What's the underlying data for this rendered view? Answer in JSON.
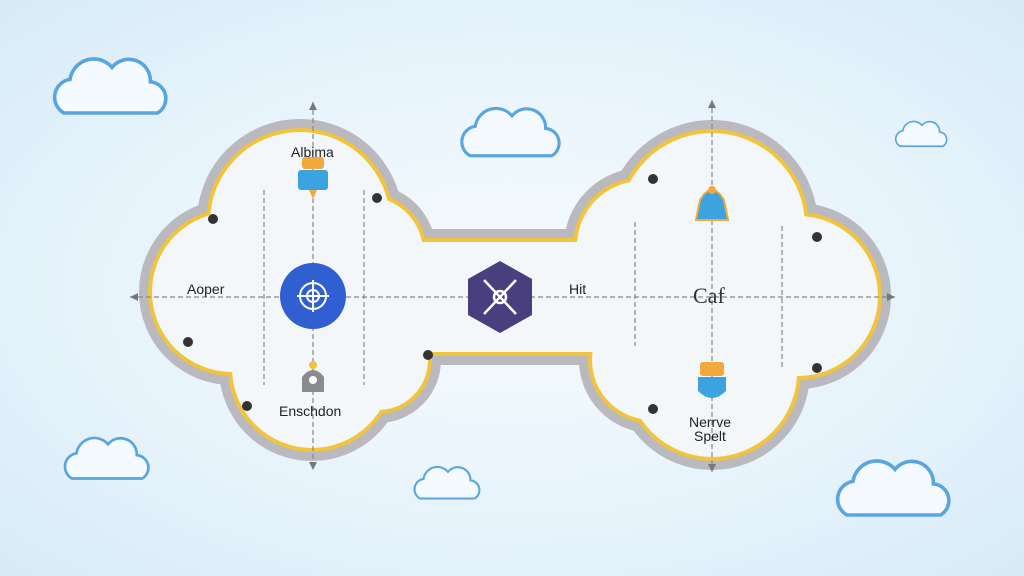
{
  "diagram": {
    "left_cloud": {
      "top_label": "Albima",
      "left_label": "Aoper",
      "bottom_label": "Enschdon"
    },
    "bridge_label": "Hit",
    "right_cloud": {
      "center_label": "Caf",
      "bottom_label_line1": "Nerrve",
      "bottom_label_line2": "Spelt"
    }
  },
  "colors": {
    "cloud_border": "#b9b9bf",
    "cloud_inner_border": "#f0c43c",
    "cloud_fill": "#f3f7fa",
    "hub_blue": "#2f5fd0",
    "hex_purple": "#4a3f7e",
    "badge_blue": "#3aa3e0",
    "badge_orange": "#f2a93b",
    "deco_cloud": "#5aa5e0"
  }
}
